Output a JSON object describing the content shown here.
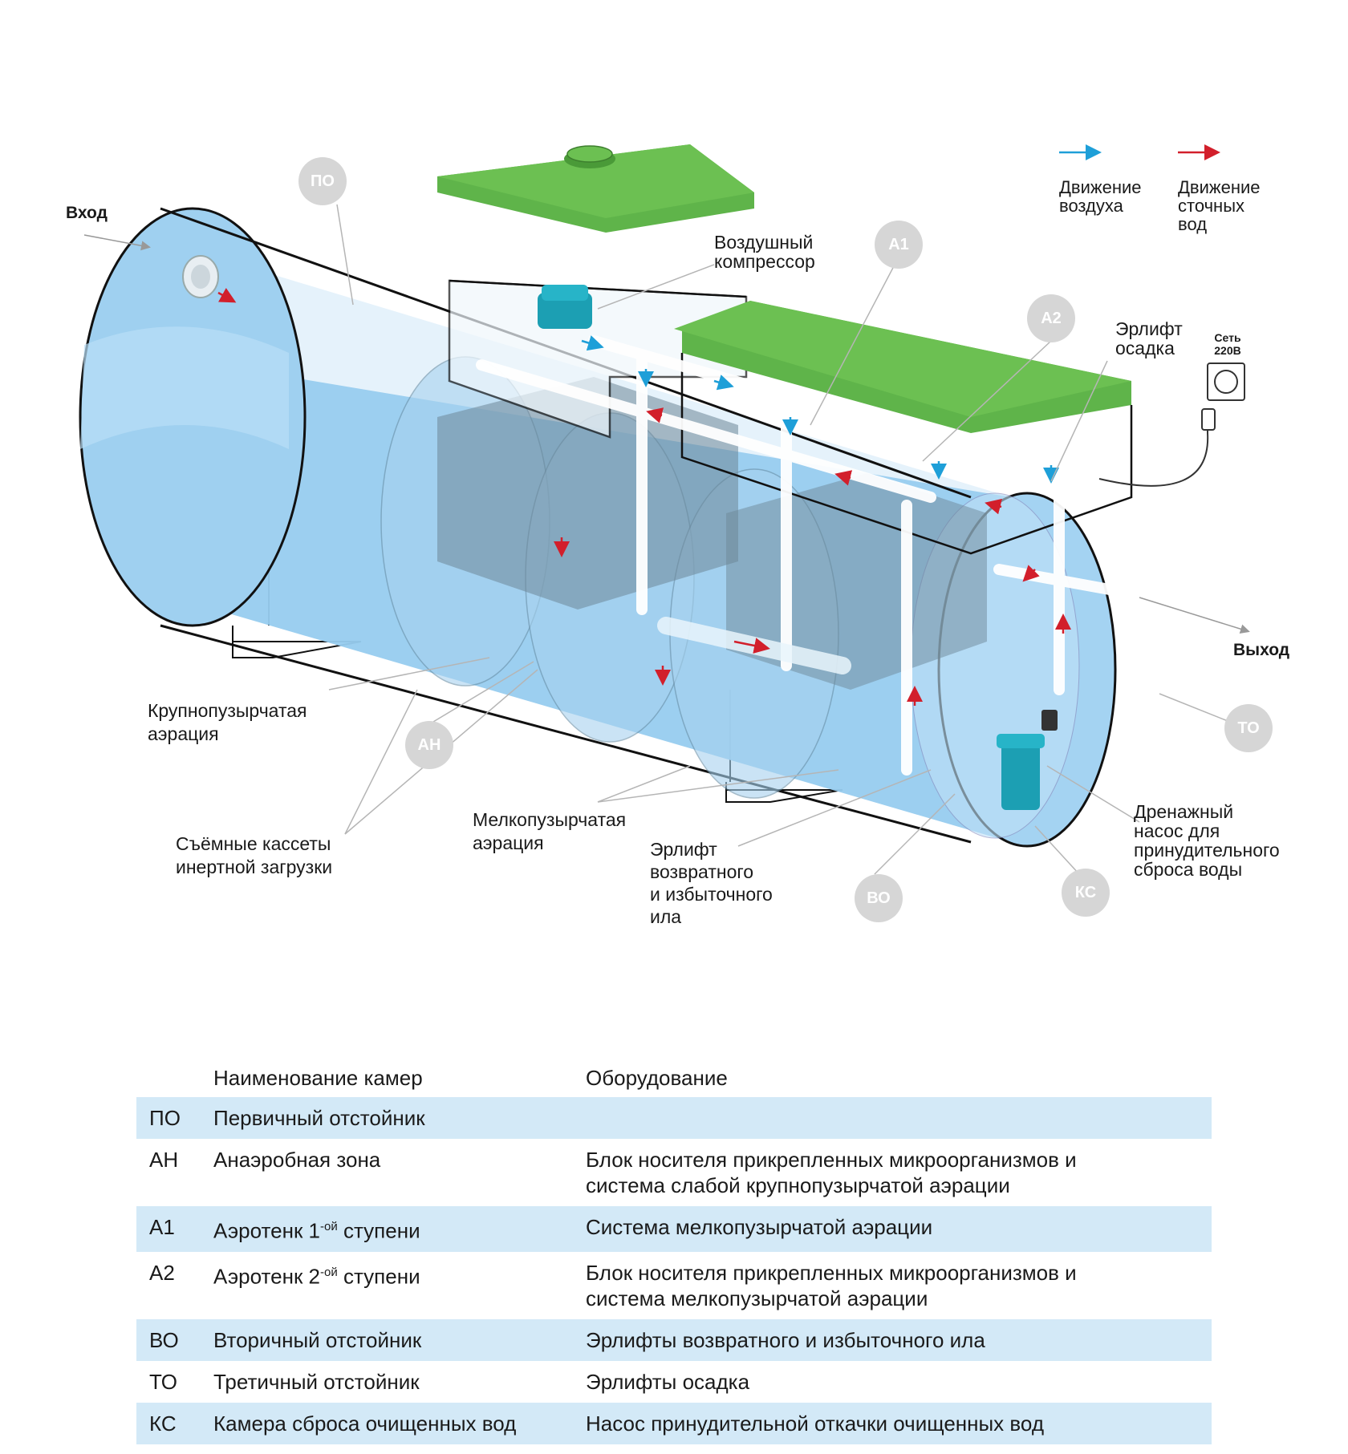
{
  "labels": {
    "inlet": "Вход",
    "outlet": "Выход",
    "compressor": "Воздушный\nкомпрессор",
    "airlift_settle": "Эрлифт\nосадка",
    "socket": "Сеть\n220В",
    "coarse_aeration": "Крупнопузырчатая\nаэрация",
    "cassettes": "Съёмные кассеты\nинертной загрузки",
    "fine_aeration": "Мелкопузырчатая\nаэрация",
    "airlift_return": "Эрлифт\nвозвратного\nи избыточного\nила",
    "drain_pump": "Дренажный\nнасос для\nпринудительного\nсброса воды"
  },
  "legend": {
    "air": "Движение\nвоздуха",
    "water": "Движение\nсточных\nвод",
    "air_color": "#1e9fd8",
    "water_color": "#d21f2b"
  },
  "badges": {
    "po": "ПО",
    "a1": "А1",
    "a2": "А2",
    "an": "АН",
    "vo": "ВО",
    "ks": "КС",
    "to": "ТО"
  },
  "table": {
    "header_name": "Наименование камер",
    "header_equipment": "Оборудование",
    "rows": [
      {
        "code": "ПО",
        "name": "Первичный отстойник",
        "equipment": ""
      },
      {
        "code": "АН",
        "name": "Анаэробная зона",
        "equipment": "Блок носителя прикрепленных микроорганизмов и\nсистема слабой крупнопузырчатой аэрации"
      },
      {
        "code": "А1",
        "name_pre": "Аэротенк 1",
        "name_sup": "-ой",
        "name_post": " ступени",
        "equipment": "Система мелкопузырчатой аэрации"
      },
      {
        "code": "А2",
        "name_pre": "Аэротенк 2",
        "name_sup": "-ой",
        "name_post": " ступени",
        "equipment": "Блок носителя прикрепленных микроорганизмов и\nсистема мелкопузырчатой аэрации"
      },
      {
        "code": "ВО",
        "name": "Вторичный отстойник",
        "equipment": "Эрлифты возвратного и избыточного ила"
      },
      {
        "code": "ТО",
        "name": "Третичный отстойник",
        "equipment": "Эрлифты осадка"
      },
      {
        "code": "КС",
        "name": "Камера сброса очищенных вод",
        "equipment": "Насос принудительной откачки очищенных вод"
      }
    ]
  },
  "colors": {
    "water_blue": "#a9d3f2",
    "lid_green": "#5fb44a",
    "pump_teal": "#1c9fb3",
    "shaded_row": "#d3e9f7"
  }
}
